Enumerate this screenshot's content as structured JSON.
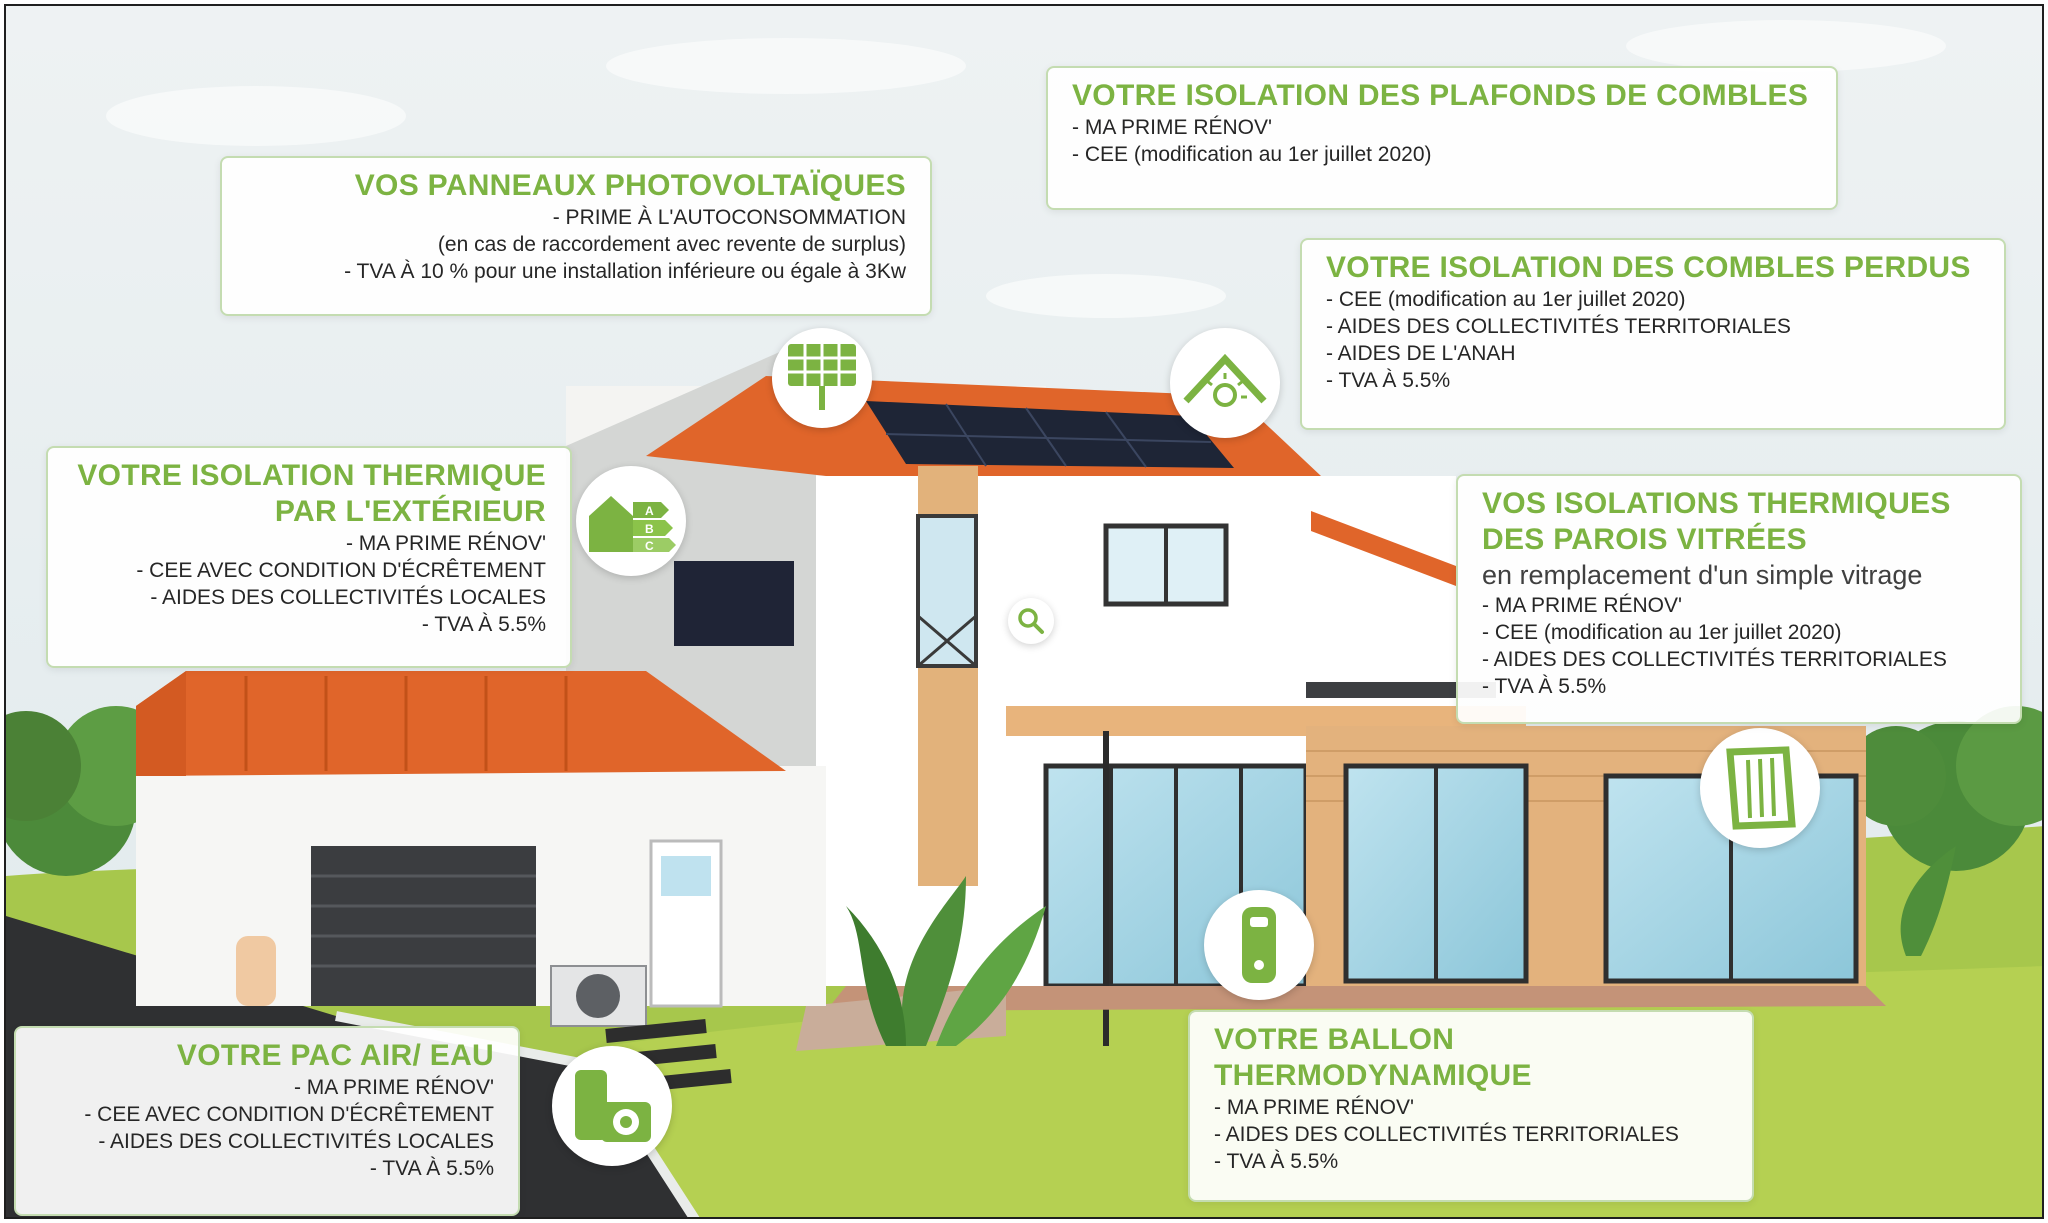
{
  "colors": {
    "accent_green": "#7cb342",
    "roof_orange": "#e2682b",
    "sky": "#e9eef0",
    "grass": "#a6c84a",
    "wood": "#e0b27c"
  },
  "icons": [
    "solar-panel-icon",
    "attic-insulation-icon",
    "energy-label-icon",
    "search-icon",
    "window-icon",
    "water-heater-icon",
    "heat-pump-icon"
  ],
  "cards": {
    "photovoltaique": {
      "title": "VOS PANNEAUX PHOTOVOLTAÏQUES",
      "lines": [
        "- PRIME À L'AUTOCONSOMMATION",
        "(en cas de raccordement avec revente de surplus)",
        "- TVA À 10 % pour une installation inférieure ou égale à 3Kw"
      ]
    },
    "plafonds": {
      "title": "VOTRE ISOLATION DES PLAFONDS DE COMBLES",
      "lines": [
        "- MA PRIME RÉNOV'",
        "- CEE (modification au 1er juillet 2020)"
      ]
    },
    "combles_perdus": {
      "title": "VOTRE ISOLATION DES COMBLES PERDUS",
      "lines": [
        "- CEE (modification au 1er juillet 2020)",
        "- AIDES DES COLLECTIVITÉS TERRITORIALES",
        "- AIDES DE L'ANAH",
        "- TVA À 5.5%"
      ]
    },
    "exterieur": {
      "title_1": "VOTRE ISOLATION THERMIQUE",
      "title_2": "PAR L'EXTÉRIEUR",
      "lines": [
        "- MA PRIME RÉNOV'",
        "- CEE AVEC CONDITION D'ÉCRÊTEMENT",
        "- AIDES DES COLLECTIVITÉS LOCALES",
        "- TVA À 5.5%"
      ]
    },
    "vitrees": {
      "title_1": "VOS ISOLATIONS THERMIQUES",
      "title_2": "DES PAROIS VITRÉES",
      "subtitle": "en remplacement d'un simple vitrage",
      "lines": [
        "- MA PRIME RÉNOV'",
        "- CEE (modification au 1er juillet 2020)",
        "- AIDES DES COLLECTIVITÉS TERRITORIALES",
        "- TVA À 5.5%"
      ]
    },
    "pac": {
      "title": "VOTRE PAC AIR/ EAU",
      "lines": [
        "- MA PRIME RÉNOV'",
        "- CEE AVEC CONDITION D'ÉCRÊTEMENT",
        "- AIDES DES COLLECTIVITÉS LOCALES",
        "- TVA À 5.5%"
      ]
    },
    "ballon": {
      "title_1": "VOTRE BALLON",
      "title_2": "THERMODYNAMIQUE",
      "lines": [
        "- MA PRIME RÉNOV'",
        "- AIDES DES COLLECTIVITÉS TERRITORIALES",
        "- TVA À 5.5%"
      ]
    }
  },
  "energy_label": {
    "grades": [
      "A",
      "B",
      "C"
    ]
  }
}
